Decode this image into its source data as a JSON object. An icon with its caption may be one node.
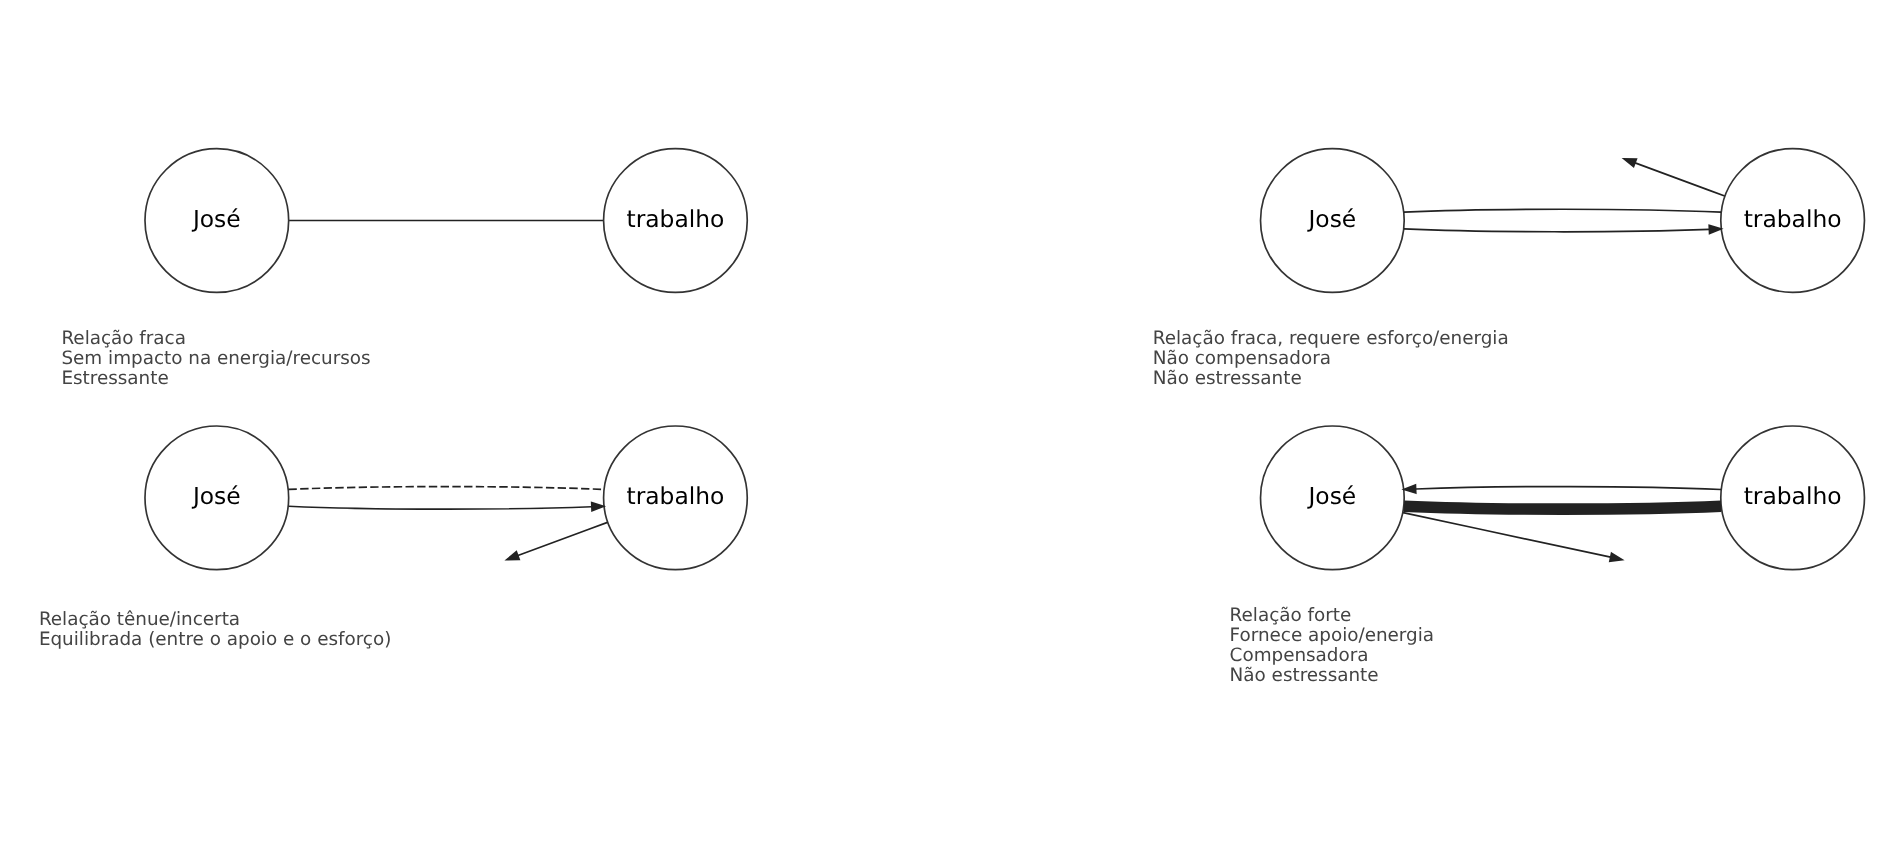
{
  "diagram": {
    "nodes": [
      {
        "text": [
          "José"
        ],
        "beside": [
          "Relação fraca",
          "Sem impacto na energia/recursos",
          "Estressante"
        ]
      },
      {
        "text": [
          "trabalho"
        ]
      },
      {
        "text": [
          "José"
        ],
        "beside": [
          "Relação fraca, requere esforço/energia",
          "Não compensadora",
          "Não estressante"
        ]
      },
      {
        "text": [
          "trabalho"
        ]
      },
      {
        "text": [
          "José"
        ],
        "beside": [
          "Relação tênue/incerta",
          "Equilibrada (entre o apoio e o esforço)"
        ]
      },
      {
        "text": [
          "trabalho"
        ]
      },
      {
        "text": [
          "José"
        ],
        "beside": [
          "Relação forte",
          "Fornece apoio/energia",
          "Compensadora",
          "Não estressante"
        ]
      },
      {
        "text": [
          "trabalho"
        ]
      }
    ],
    "edges": [
      {
        "from": 0,
        "to": 1,
        "arrow": "none"
      },
      {
        "from": 2,
        "to": 3,
        "arrow": "to"
      },
      {
        "from": 2,
        "to": 3,
        "arrow": "none"
      },
      {
        "from": 3,
        "to": null,
        "arrow": "to"
      },
      {
        "from": 4,
        "to": 5,
        "arrow": "to"
      },
      {
        "from": 4,
        "to": 5,
        "arrow": "none",
        "style": "dashed"
      },
      {
        "from": 5,
        "to": null,
        "arrow": "to"
      },
      {
        "from": 7,
        "to": 6,
        "arrow": "to"
      },
      {
        "from": 6,
        "to": 7,
        "arrow": "none",
        "style": "thick"
      },
      {
        "from": 6,
        "to": null,
        "arrow": "to"
      }
    ]
  }
}
